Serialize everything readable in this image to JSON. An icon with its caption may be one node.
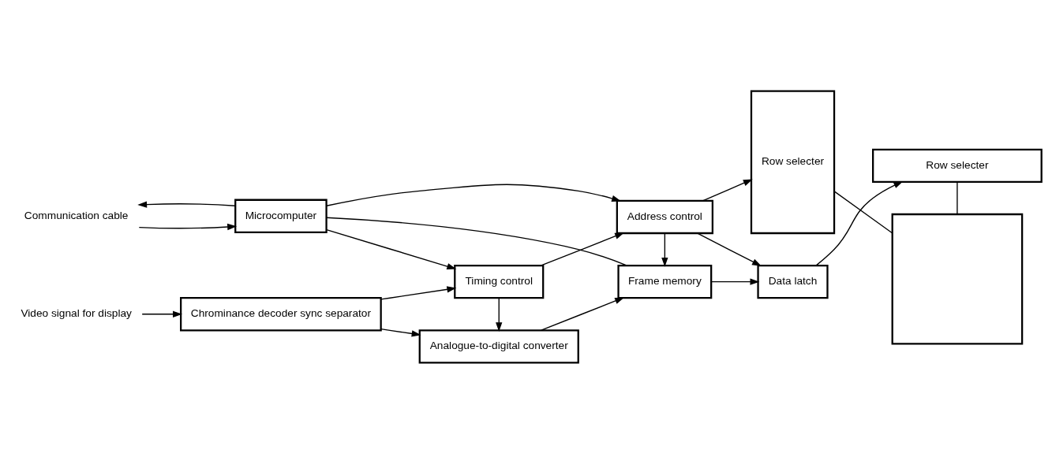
{
  "diagram": {
    "nodes": [
      {
        "text": [
          "Video signal for display"
        ]
      },
      {
        "text": [
          "Chrominance decoder sync separator"
        ]
      },
      {
        "text": [
          "Analogue-to-digital converter"
        ]
      },
      {
        "text": [
          "Frame memory"
        ]
      },
      {
        "text": [
          "Data latch"
        ]
      },
      {
        "text": [
          "Row selecter"
        ]
      },
      {
        "text": [
          "Timing control"
        ]
      },
      {
        "text": [
          "Address control"
        ]
      },
      {
        "text": [
          "Row selecter"
        ]
      },
      {
        "text": [],
        "shape": "box"
      },
      {
        "text": [
          "Communication cable"
        ]
      },
      {
        "text": [
          "Microcomputer"
        ]
      }
    ],
    "edges": [
      {
        "from": 0,
        "to": 1,
        "arrow": "to"
      },
      {
        "from": 1,
        "to": 2,
        "arrow": "to"
      },
      {
        "from": 2,
        "to": 3,
        "arrow": "to"
      },
      {
        "from": 3,
        "to": 4,
        "arrow": "to"
      },
      {
        "from": 4,
        "to": 5,
        "arrow": "to"
      },
      {
        "from": 1,
        "to": 6,
        "arrow": "to"
      },
      {
        "from": 6,
        "to": 2,
        "arrow": "to"
      },
      {
        "from": 6,
        "to": 7,
        "arrow": "to"
      },
      {
        "from": 7,
        "to": 3,
        "arrow": "to"
      },
      {
        "from": 7,
        "to": 4,
        "arrow": "to"
      },
      {
        "from": 7,
        "to": 8,
        "arrow": "to"
      },
      {
        "from": 11,
        "to": 6,
        "arrow": "to"
      },
      {
        "from": 11,
        "to": 3,
        "arrow": "none"
      },
      {
        "from": 11,
        "to": 7,
        "arrow": "to"
      },
      {
        "from": 10,
        "to": 11,
        "arrow": "to"
      },
      {
        "from": 11,
        "to": 10,
        "arrow": "to"
      },
      {
        "from": 5,
        "to": 9,
        "arrow": "none"
      },
      {
        "from": 8,
        "to": 9,
        "arrow": "none"
      }
    ]
  }
}
